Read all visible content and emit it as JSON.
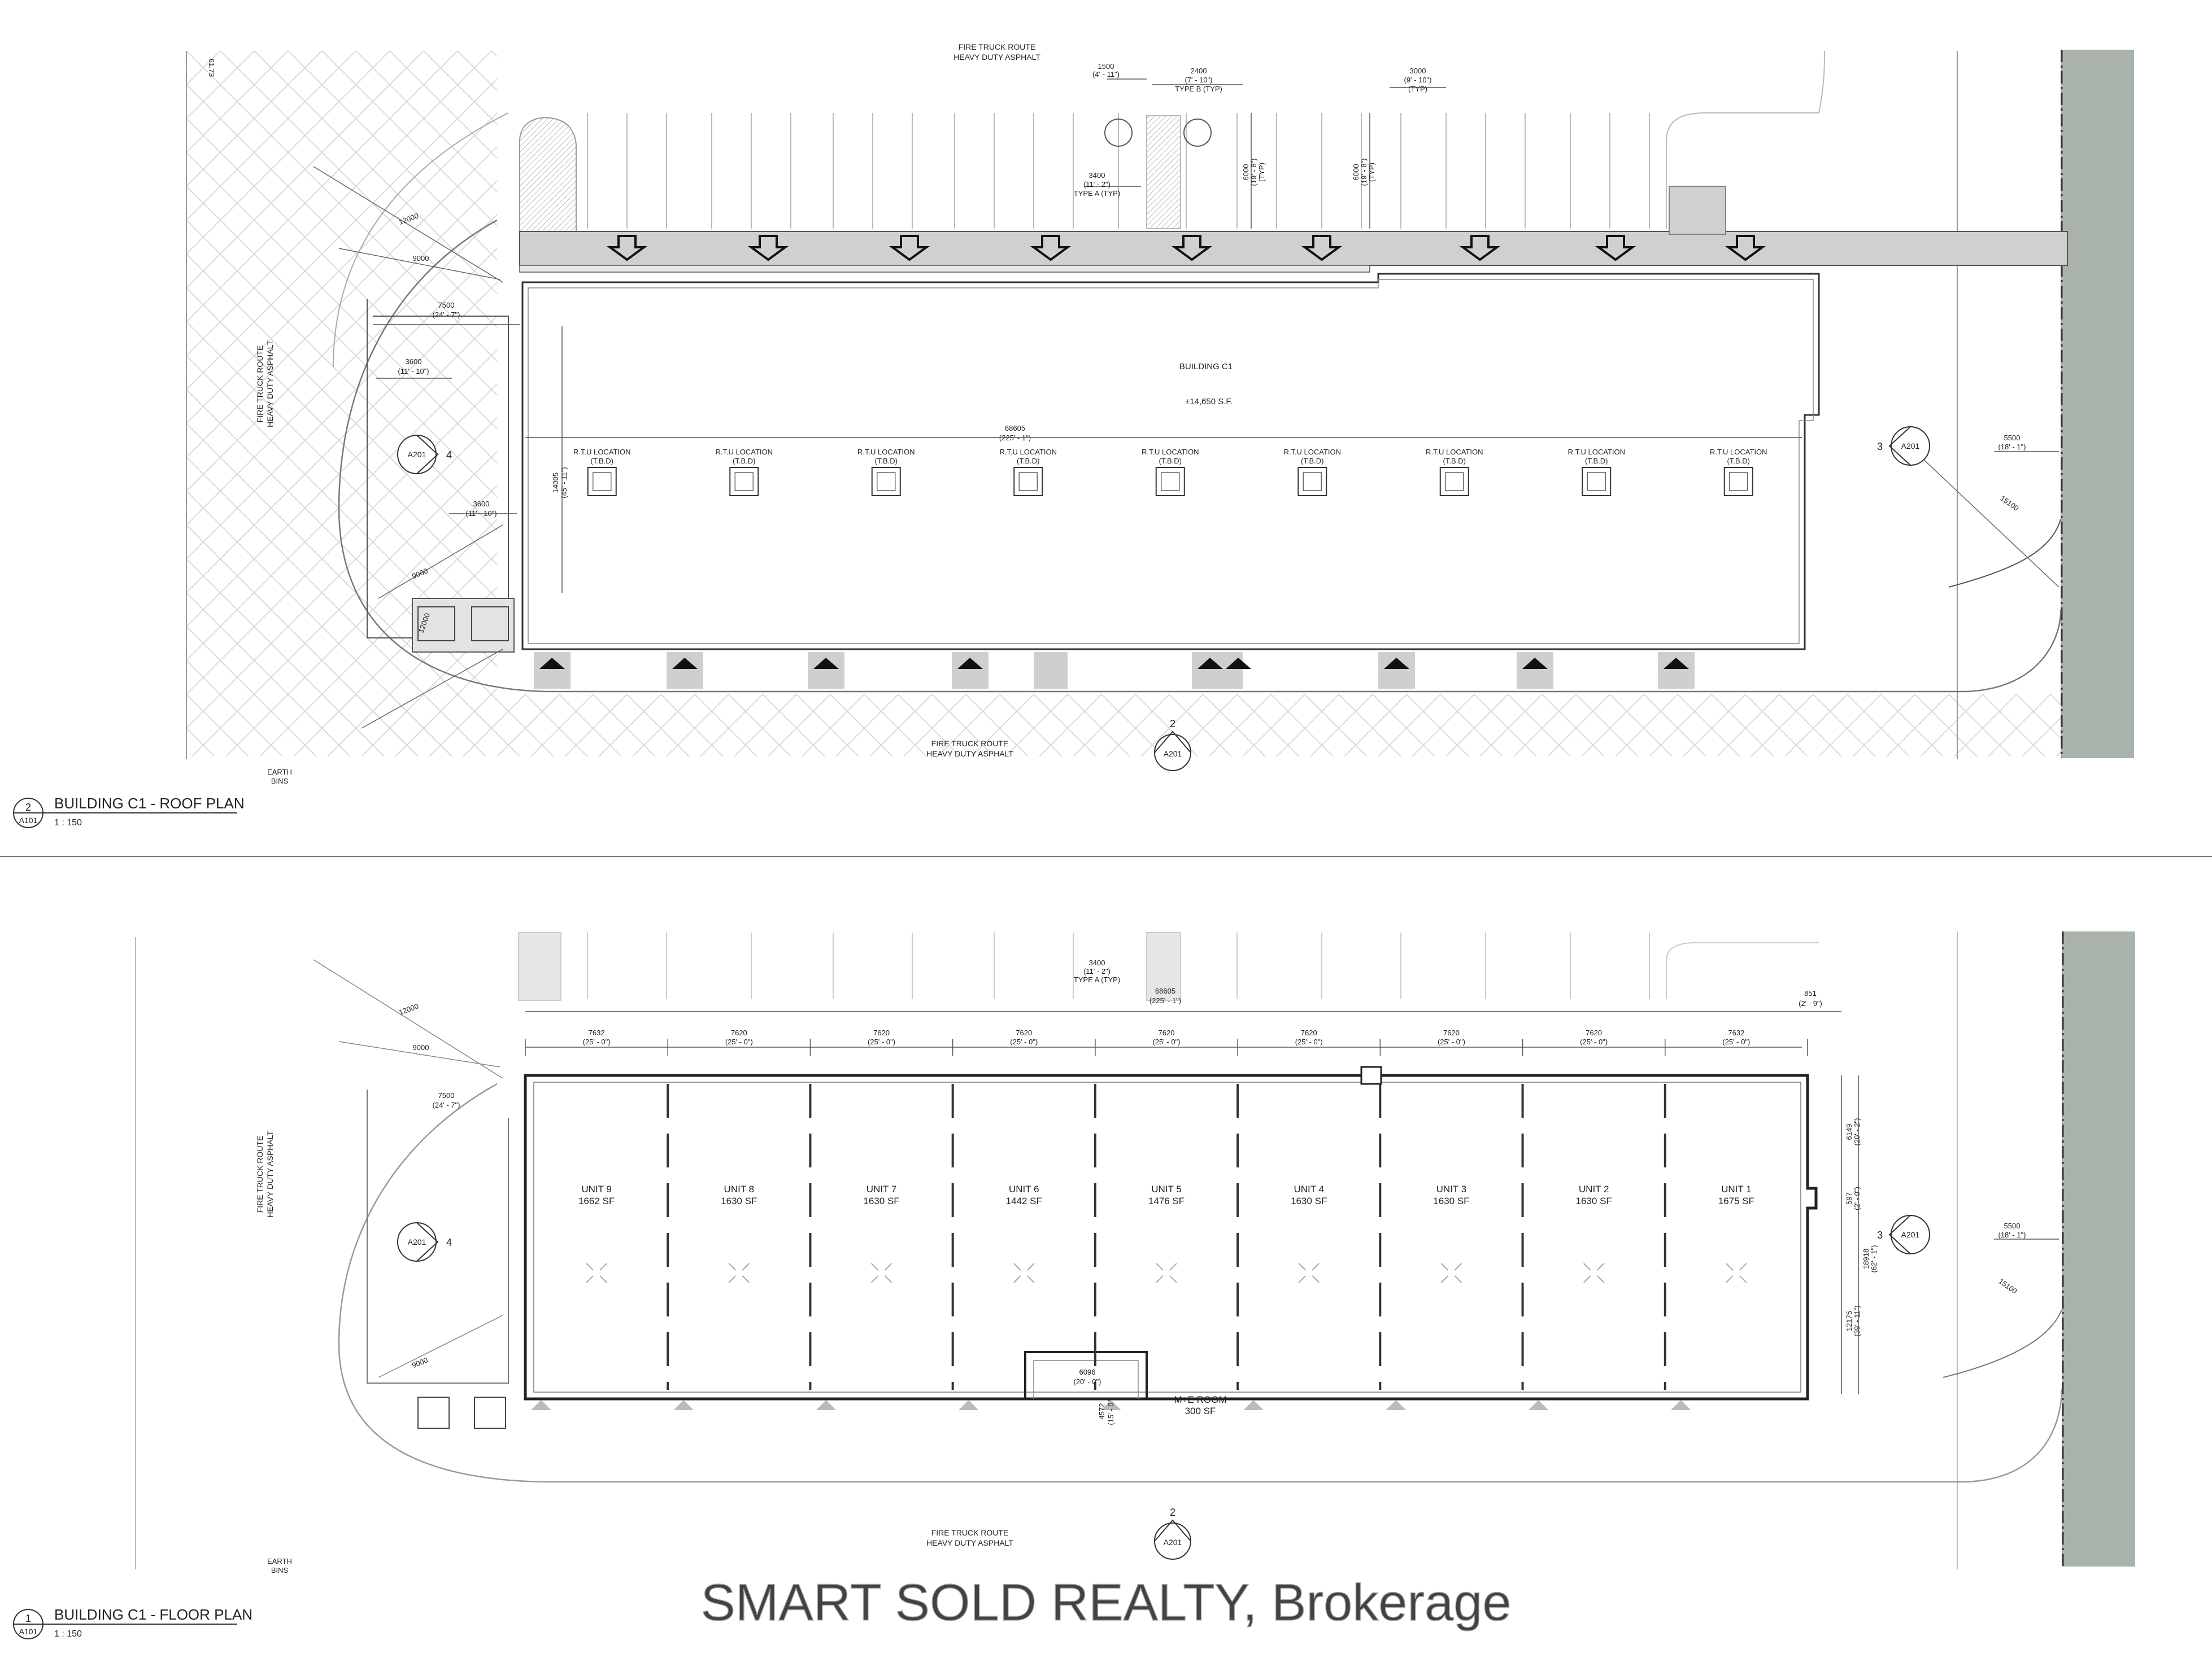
{
  "roof_plan": {
    "view_number": "2",
    "sheet_ref": "A101",
    "title": "BUILDING C1 - ROOF PLAN",
    "scale": "1 : 150",
    "route_top": [
      "FIRE TRUCK ROUTE",
      "HEAVY DUTY ASPHALT"
    ],
    "route_left": [
      "FIRE TRUCK ROUTE",
      "HEAVY DUTY ASPHALT"
    ],
    "route_bottom": [
      "FIRE TRUCK ROUTE",
      "HEAVY DUTY ASPHALT"
    ],
    "earth_bins": [
      "EARTH",
      "BINS"
    ],
    "building_name": "BUILDING C1",
    "building_area": "±14,650 S.F.",
    "rtu_label": [
      "R.T.U LOCATION",
      "(T.B.D)"
    ],
    "rtu_count": 9,
    "overall_length": [
      "68605",
      "(225' - 1\")"
    ],
    "depth": [
      "14005",
      "(45' - 11\")"
    ],
    "parking_dims": {
      "d1500": [
        "1500",
        "(4' - 11\")"
      ],
      "d2400": [
        "2400",
        "(7' - 10\")",
        "TYPE B (TYP)"
      ],
      "d3000": [
        "3000",
        "(9' - 10\")",
        "(TYP)"
      ],
      "d3400": [
        "3400",
        "(11' - 2\")",
        "TYPE A (TYP)"
      ],
      "d6000a": [
        "6000",
        "(19' - 8\")",
        "(TYP)"
      ],
      "d6000b": [
        "6000",
        "(19' - 8\")",
        "(TYP)"
      ]
    },
    "left_dims": {
      "d7500": [
        "7500",
        "(24' - 7\")"
      ],
      "d3600a": [
        "3600",
        "(11' - 10\")"
      ],
      "d3600b": [
        "3600",
        "(11' - 10\")"
      ],
      "r12000": "12000",
      "r9000a": "9000",
      "r9000b": "9000",
      "r12000b": "12000"
    },
    "right_dims": {
      "d5500": [
        "5500",
        "(18' - 1\")"
      ],
      "d15100": "15100"
    },
    "section_tags": [
      {
        "num": "4",
        "ref": "A201"
      },
      {
        "num": "3",
        "ref": "A201"
      },
      {
        "num": "2",
        "ref": "A201"
      }
    ],
    "side_label": "61.73"
  },
  "floor_plan": {
    "view_number": "1",
    "sheet_ref": "A101",
    "title": "BUILDING C1 - FLOOR PLAN",
    "scale": "1 : 150",
    "route_left": [
      "FIRE TRUCK ROUTE",
      "HEAVY DUTY ASPHALT"
    ],
    "route_bottom": [
      "FIRE TRUCK ROUTE",
      "HEAVY DUTY ASPHALT"
    ],
    "earth_bins": [
      "EARTH",
      "BINS"
    ],
    "overall_length": [
      "68605",
      "(225' - 1\")"
    ],
    "overhang": [
      "851",
      "(2' - 9\")"
    ],
    "parking_ref": [
      "3400",
      "(11' - 2\")",
      "TYPE A (TYP)"
    ],
    "bay_dims": [
      [
        "7632",
        "(25' - 0\")"
      ],
      [
        "7620",
        "(25' - 0\")"
      ],
      [
        "7620",
        "(25' - 0\")"
      ],
      [
        "7620",
        "(25' - 0\")"
      ],
      [
        "7620",
        "(25' - 0\")"
      ],
      [
        "7620",
        "(25' - 0\")"
      ],
      [
        "7620",
        "(25' - 0\")"
      ],
      [
        "7620",
        "(25' - 0\")"
      ],
      [
        "7632",
        "(25' - 0\")"
      ]
    ],
    "units": [
      {
        "name": "UNIT 9",
        "area": "1662 SF"
      },
      {
        "name": "UNIT 8",
        "area": "1630 SF"
      },
      {
        "name": "UNIT 7",
        "area": "1630 SF"
      },
      {
        "name": "UNIT 6",
        "area": "1442 SF"
      },
      {
        "name": "UNIT 5",
        "area": "1476 SF"
      },
      {
        "name": "UNIT 4",
        "area": "1630 SF"
      },
      {
        "name": "UNIT 3",
        "area": "1630 SF"
      },
      {
        "name": "UNIT 2",
        "area": "1630 SF"
      },
      {
        "name": "UNIT 1",
        "area": "1675 SF"
      }
    ],
    "me_room": {
      "name": "M+E ROOM",
      "area": "300 SF",
      "width": [
        "6096",
        "(20' - 0\")"
      ],
      "depth": [
        "4572",
        "(15' - 0\")"
      ]
    },
    "right_dims": {
      "top": [
        "6149",
        "(20' - 2\")"
      ],
      "mid": [
        "597",
        "(2' - 0\")"
      ],
      "total": [
        "18918",
        "(62' - 1\")"
      ],
      "bottom": [
        "12175",
        "(39' - 11\")"
      ],
      "d5500": [
        "5500",
        "(18' - 1\")"
      ],
      "d15100": "15100"
    },
    "left_dims": {
      "r12000": "12000",
      "r9000a": "9000",
      "d7500": [
        "7500",
        "(24' - 7\")"
      ],
      "r9000b": "9000"
    },
    "section_tags": [
      {
        "num": "4",
        "ref": "A201"
      },
      {
        "num": "3",
        "ref": "A201"
      },
      {
        "num": "2",
        "ref": "A201"
      }
    ]
  },
  "watermark": "SMART SOLD REALTY, Brokerage",
  "colors": {
    "line": "#444444",
    "thin": "#888888",
    "hatch": "#cfcfcf",
    "green_strip": "#a9b4aa",
    "canopy": "#cfcfcf",
    "wall": "#222222"
  }
}
